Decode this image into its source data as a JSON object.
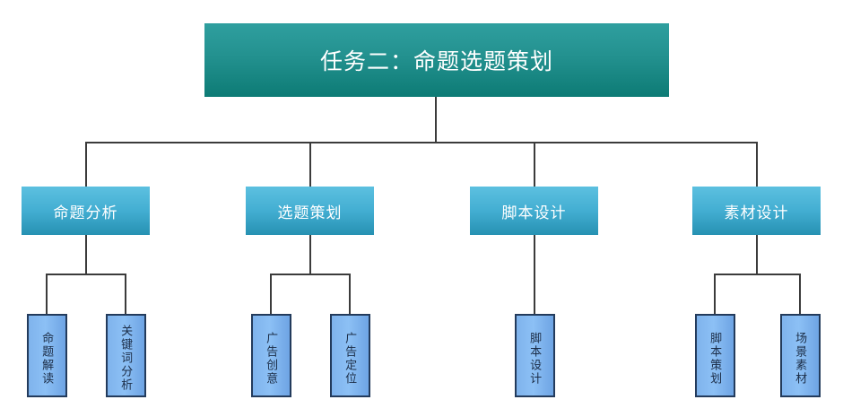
{
  "diagram": {
    "type": "org-chart",
    "title": "任务二：命题选题策划",
    "colors": {
      "root_gradient_top": "#2f9f9f",
      "root_gradient_bottom": "#0d7b75",
      "category_gradient_top": "#5cc0e0",
      "category_gradient_bottom": "#2691b2",
      "leaf_fill": "#8cc0f5",
      "leaf_border": "#233b5c",
      "connector": "#3b3b3b",
      "background": "#ffffff"
    },
    "root": {
      "label": "任务二：命题选题策划"
    },
    "categories": [
      {
        "label": "命题分析",
        "children": [
          {
            "label": "命题解读"
          },
          {
            "label": "关键词分析"
          }
        ]
      },
      {
        "label": "选题策划",
        "children": [
          {
            "label": "广告创意"
          },
          {
            "label": "广告定位"
          }
        ]
      },
      {
        "label": "脚本设计",
        "children": [
          {
            "label": "脚本设计"
          }
        ]
      },
      {
        "label": "素材设计",
        "children": [
          {
            "label": "脚本策划"
          },
          {
            "label": "场景素材"
          }
        ]
      }
    ]
  }
}
